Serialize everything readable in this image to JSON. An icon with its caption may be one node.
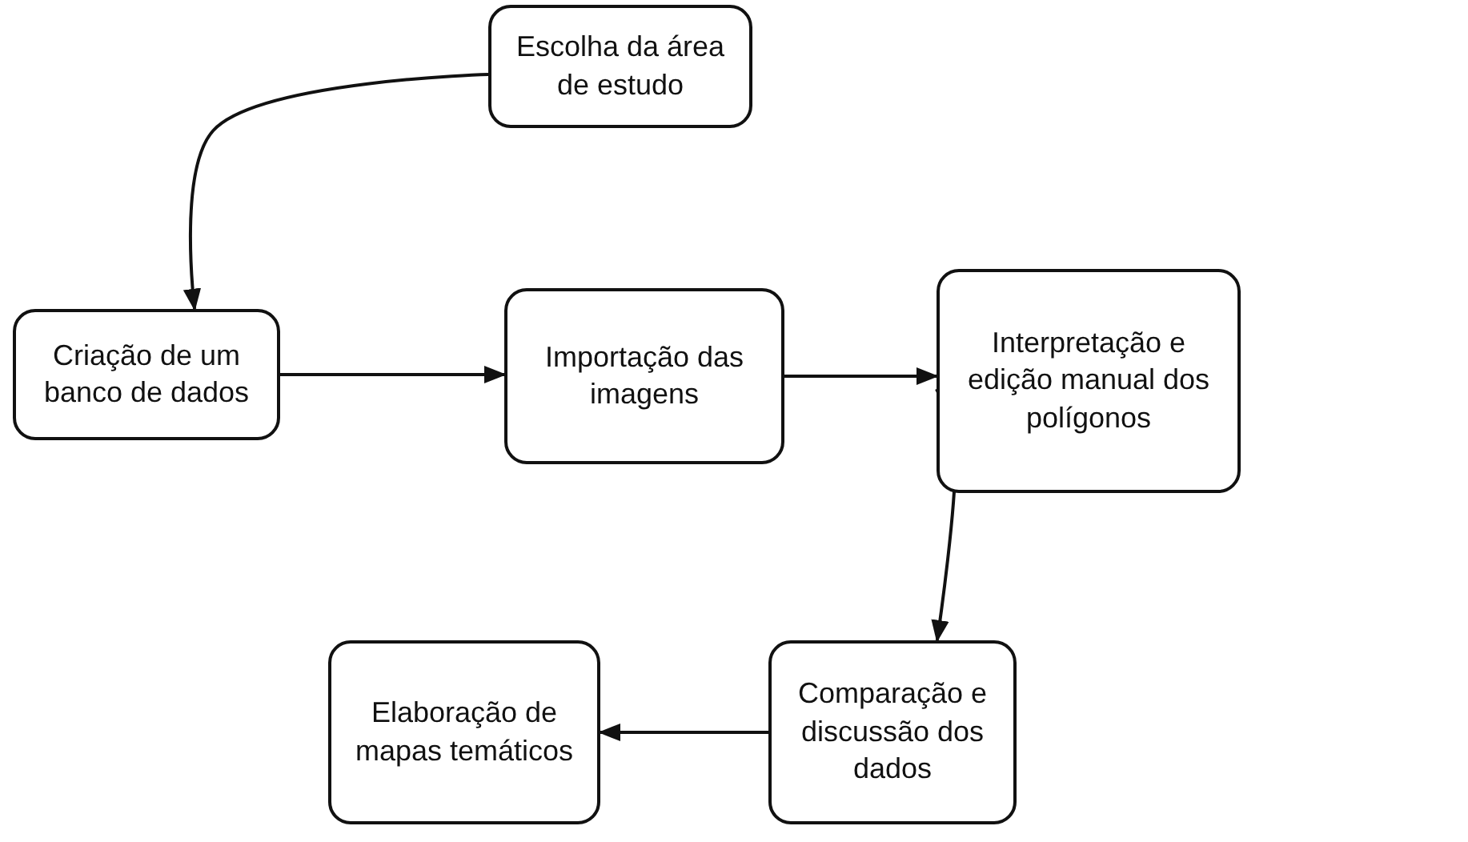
{
  "diagram": {
    "nodes": [
      {
        "text": [
          "Escolha da área de estudo"
        ]
      },
      {
        "text": [
          "Criação de um banco de dados"
        ]
      },
      {
        "text": [
          "Importação das imagens"
        ]
      },
      {
        "text": [
          "Interpretação e edição manual dos polígonos"
        ]
      },
      {
        "text": [
          "Elaboração de mapas temáticos"
        ]
      },
      {
        "text": [
          "Comparação e discussão dos dados"
        ]
      }
    ],
    "edges": [
      {
        "from": 0,
        "to": 1,
        "arrow": "to"
      },
      {
        "from": 1,
        "to": 2,
        "arrow": "to"
      },
      {
        "from": 2,
        "to": 3,
        "arrow": "to"
      },
      {
        "from": 3,
        "to": 5,
        "arrow": "to"
      },
      {
        "from": 5,
        "to": 4,
        "arrow": "to"
      }
    ]
  }
}
